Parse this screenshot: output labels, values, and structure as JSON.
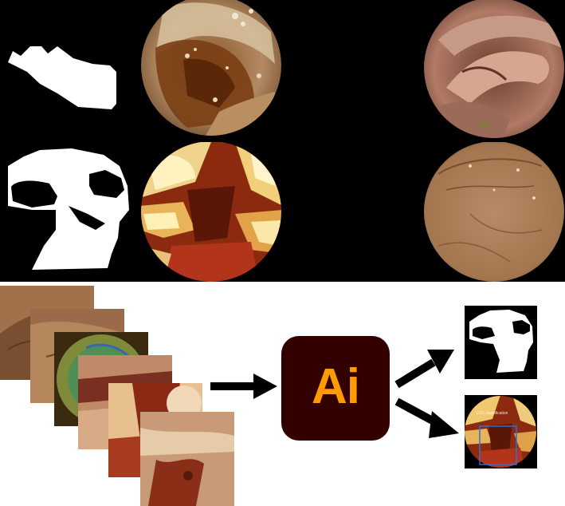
{
  "figure": {
    "app_logo": {
      "text": "Ai",
      "background_color": "#330000",
      "text_color": "#ff9a00"
    },
    "output_frame_label": "0.91 classification",
    "colors": {
      "mask_foreground": "#ffffff",
      "mask_background": "#000000",
      "arrow": "#000000",
      "bounding_box": "#2f6fd6"
    },
    "panels": {
      "top_row_1_mask": "segmentation mask",
      "top_row_1_frame": "endoscopy frame with foam",
      "top_row_2_mask": "segmentation mask",
      "top_row_2_frame": "overexposed endoscopy frame",
      "right_top_frame": "endoscopy frame with folds",
      "right_bottom_frame": "endoscopy frame mucosa",
      "input_stack_count": 6,
      "output_mask": "predicted segmentation mask",
      "output_frame": "endoscopy frame with bounding box"
    }
  }
}
